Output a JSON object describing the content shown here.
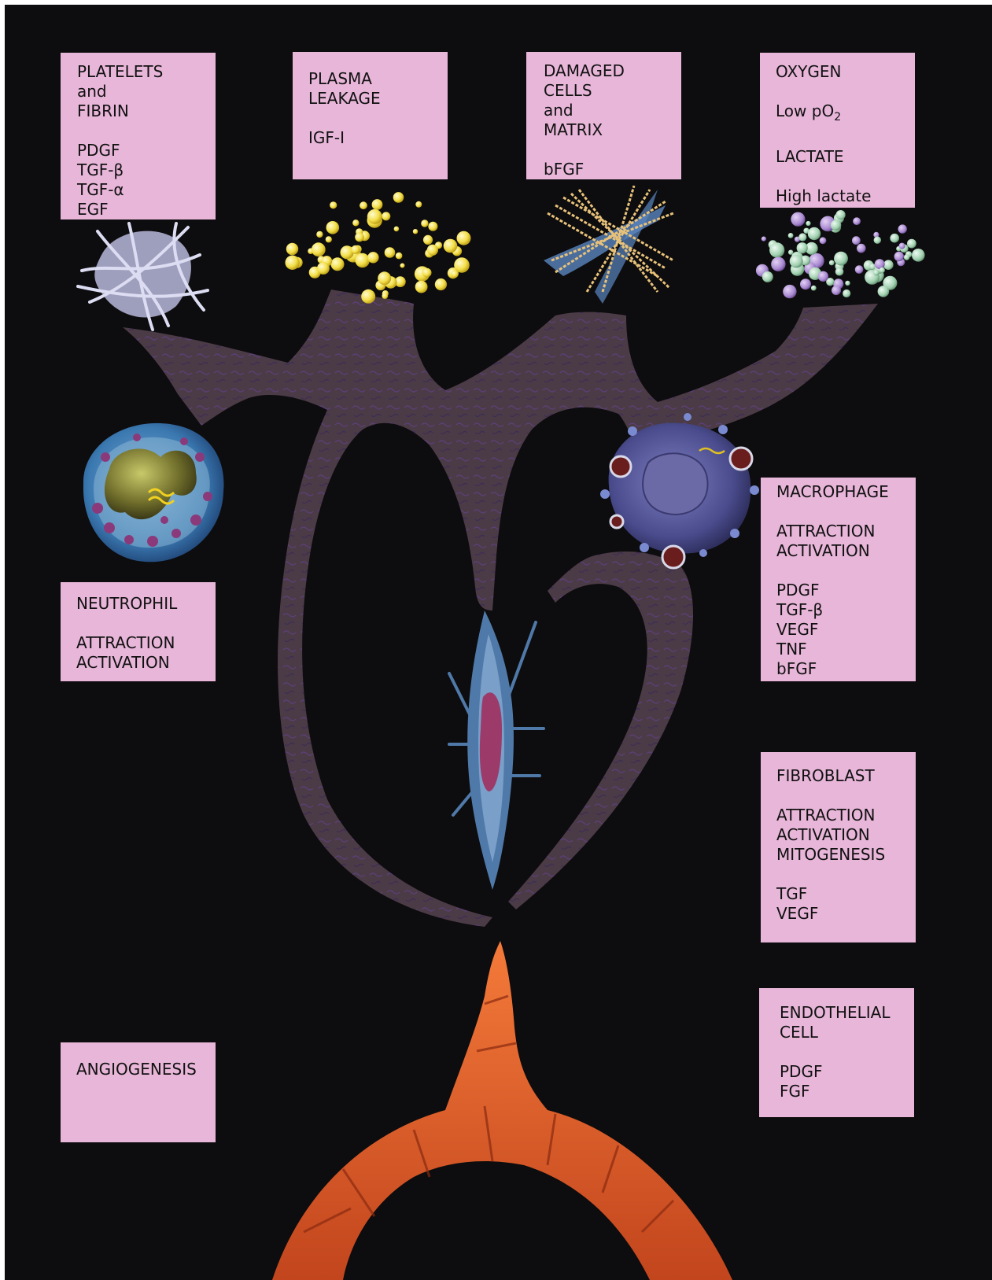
{
  "boxes": {
    "platelets": {
      "lines": [
        "PLATELETS",
        "and",
        "FIBRIN",
        "",
        "PDGF",
        "TGF-β",
        "TGF-α",
        "EGF"
      ]
    },
    "plasma": {
      "lines": [
        "PLASMA",
        "LEAKAGE",
        "",
        "IGF-I"
      ]
    },
    "damaged": {
      "lines": [
        "DAMAGED",
        "CELLS",
        "and",
        "MATRIX",
        "",
        "bFGF"
      ]
    },
    "oxygen": {
      "lines": [
        "OXYGEN",
        "",
        "Low pO",
        "",
        "LACTATE",
        "",
        "High lactate"
      ],
      "subscript": "2"
    },
    "neutrophil": {
      "lines": [
        "NEUTROPHIL",
        "",
        "ATTRACTION",
        "ACTIVATION"
      ]
    },
    "macrophage": {
      "lines": [
        "MACROPHAGE",
        "",
        "ATTRACTION",
        "ACTIVATION",
        "",
        "PDGF",
        "TGF-β",
        "VEGF",
        "TNF",
        "bFGF"
      ]
    },
    "fibroblast": {
      "lines": [
        "FIBROBLAST",
        "",
        "ATTRACTION",
        "ACTIVATION",
        "MITOGENESIS",
        "",
        "TGF",
        "VEGF"
      ]
    },
    "endothelial": {
      "lines": [
        "ENDOTHELIAL",
        "CELL",
        "",
        "PDGF",
        "FGF"
      ]
    },
    "angiogenesis": {
      "lines": [
        "ANGIOGENESIS"
      ]
    }
  },
  "colors": {
    "background": "#0d0c0e",
    "box": "#e8b6d9",
    "matrix": "#4a3a45",
    "vessel": "#e05a2a"
  },
  "illustrations": [
    "platelet-icon",
    "plasma-droplets-icon",
    "damaged-matrix-icon",
    "oxygen-lactate-bubbles-icon",
    "neutrophil-icon",
    "macrophage-icon",
    "fibroblast-icon",
    "blood-vessel-icon"
  ]
}
